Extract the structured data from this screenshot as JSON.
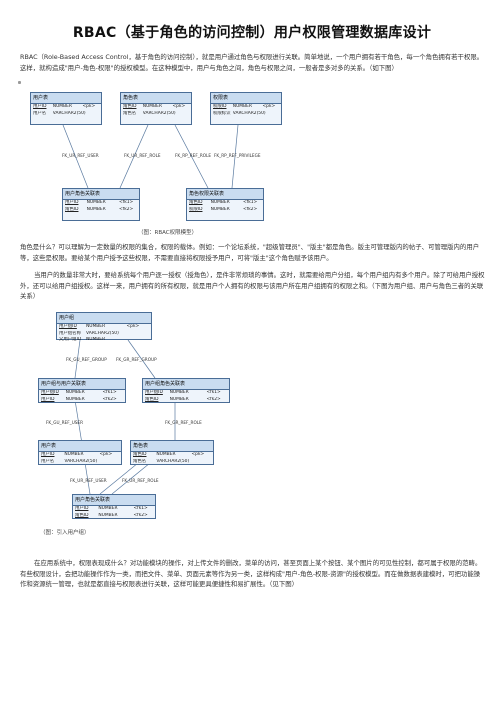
{
  "doc": {
    "title": "RBAC（基于角色的访问控制）用户权限管理数据库设计",
    "para1": "RBAC（Role-Based Access Control，基于角色的访问控制），就是用户通过角色与权限进行关联。简单地说，一个用户拥有若干角色，每一个角色拥有若干权限。这样，就构造成\"用户-角色-权限\"的授权模型。在这种模型中，用户与角色之间，角色与权限之间，一般者是多对多的关系。（如下图）",
    "para2": "角色是什么？可以理解为一定数量的权限的集合，权限的载体。例如：一个论坛系统，\"超级管理员\"、\"版主\"都是角色。版主可管理版内的帖子、可管理版内的用户等，这些是权限。要给某个用户授予这些权限，不需要直接将权限授予用户，可将\"版主\"这个角色赋予该用户。",
    "para3": "当用户的数量非常大时，要给系统每个用户逐一授权（授角色），是件非常烦琐的事情。这时，就需要给用户分组，每个用户组内有多个用户。除了可给用户授权外，还可以给用户组授权。这样一来，用户拥有的所有权限，就是用户个人拥有的权限与该用户所在用户组拥有的权限之和。（下图为用户组、用户与角色三者的关联关系）",
    "para4": "在应用系统中，权限表现成什么？对功能模块的操作，对上传文件的删改，菜单的访问，甚至页面上某个按钮、某个图片的可见性控制，都可属于权限的范畴。有些权限设计，会把功能操作作为一类，而把文件、菜单、页面元素等作为另一类，这样构成\"用户-角色-权限-资源\"的授权模型。而在做数据表建模时，可把功能操作和资源统一管理，也就是都直接与权限表进行关联，这样可能更具便捷性和易扩展性。（见下图）",
    "caption1": "（图：RBAC权限模型）",
    "caption2": "（图：引入用户组）"
  },
  "diagram1": {
    "tables": [
      {
        "name": "用户表",
        "rows": [
          [
            "用户ID",
            "NUMBER",
            "<pk>"
          ],
          [
            "用户名",
            "VARCHAR2(50)",
            ""
          ]
        ]
      },
      {
        "name": "角色表",
        "rows": [
          [
            "角色ID",
            "NUMBER",
            "<pk>"
          ],
          [
            "角色名",
            "VARCHAR2(50)",
            ""
          ]
        ]
      },
      {
        "name": "权限表",
        "rows": [
          [
            "权限ID",
            "NUMBER",
            "<pk>"
          ],
          [
            "权限标识",
            "VARCHAR2(50)",
            ""
          ]
        ]
      },
      {
        "name": "用户角色关联表",
        "rows": [
          [
            "用户ID",
            "NUMBER",
            "<fk1>"
          ],
          [
            "角色ID",
            "NUMBER",
            "<fk2>"
          ]
        ]
      },
      {
        "name": "角色权限关联表",
        "rows": [
          [
            "角色ID",
            "NUMBER",
            "<fk1>"
          ],
          [
            "权限ID",
            "NUMBER",
            "<fk2>"
          ]
        ]
      }
    ],
    "fks": [
      "FK_UR_REF_USER",
      "FK_UR_REF_ROLE",
      "FK_RP_REF_ROLE",
      "FK_RP_REF_PRIVILEGE"
    ]
  },
  "diagram2": {
    "tables": [
      {
        "name": "用户组",
        "rows": [
          [
            "用户组ID",
            "NUMBER",
            "<pk>"
          ],
          [
            "用户组名称",
            "VARCHAR2(50)",
            ""
          ],
          [
            "父用户组ID",
            "NUMBER",
            ""
          ]
        ]
      },
      {
        "name": "用户组与用户关联表",
        "rows": [
          [
            "用户组ID",
            "NUMBER",
            "<fk1>"
          ],
          [
            "用户ID",
            "NUMBER",
            "<fk2>"
          ]
        ]
      },
      {
        "name": "用户组角色关联表",
        "rows": [
          [
            "用户组ID",
            "NUMBER",
            "<fk1>"
          ],
          [
            "角色ID",
            "NUMBER",
            "<fk2>"
          ]
        ]
      },
      {
        "name": "用户表",
        "rows": [
          [
            "用户ID",
            "NUMBER",
            "<pk>"
          ],
          [
            "用户名",
            "VARCHAR2(50)",
            ""
          ]
        ]
      },
      {
        "name": "角色表",
        "rows": [
          [
            "角色ID",
            "NUMBER",
            "<pk>"
          ],
          [
            "角色名",
            "VARCHAR2(50)",
            ""
          ]
        ]
      },
      {
        "name": "用户角色关联表",
        "rows": [
          [
            "用户ID",
            "NUMBER",
            "<fk1>"
          ],
          [
            "角色ID",
            "NUMBER",
            "<fk2>"
          ]
        ]
      }
    ],
    "fks": [
      "FK_GU_REF_GROUP",
      "FK_GR_REF_GROUP",
      "FK_GU_REF_USER",
      "FK_GR_REF_ROLE",
      "FK_UR_REF_USER",
      "FK_UR_REF_ROLE"
    ]
  }
}
